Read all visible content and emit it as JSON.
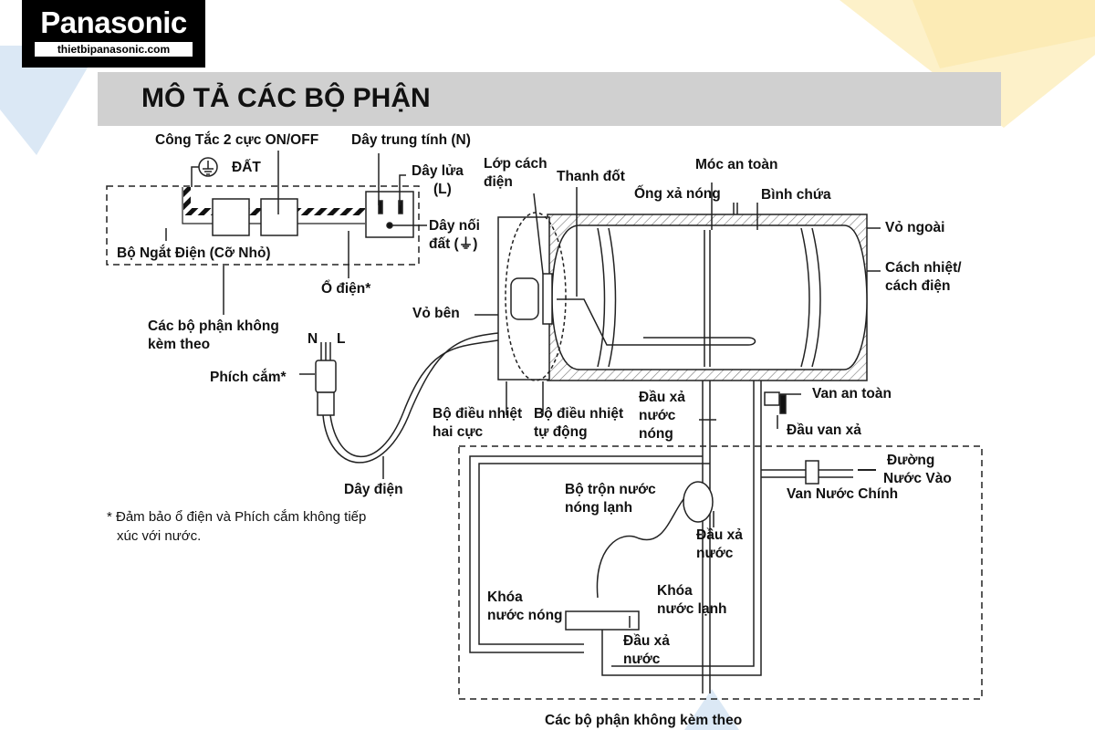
{
  "logo": {
    "brand": "Panasonic",
    "site": "thietbipanasonic.com"
  },
  "title": "MÔ TẢ CÁC BỘ PHẬN",
  "labels": {
    "switch": "Công Tắc 2 cực ON/OFF",
    "neutral": "Dây trung tính (N)",
    "earth": "ĐẤT",
    "live_1": "Dây lửa",
    "live_2": "(L)",
    "ground_wire_1": "Dây nối",
    "ground_wire_2": "đất (⏚)",
    "breaker": "Bộ Ngắt Điện (Cỡ Nhỏ)",
    "outlet": "Ổ điện*",
    "not_included_1": "Các bộ phận không",
    "not_included_2": "kèm theo",
    "plug_n": "N",
    "plug_l": "L",
    "plug": "Phích cắm*",
    "cord": "Dây điện",
    "insulation_layer_1": "Lớp cách",
    "insulation_layer_2": "điện",
    "heater": "Thanh đốt",
    "safety_hook": "Móc an toàn",
    "hot_outlet_pipe": "Ống xả nóng",
    "tank": "Bình chứa",
    "outer_case": "Vỏ ngoài",
    "thermal_1": "Cách nhiệt/",
    "thermal_2": "cách điện",
    "side_case": "Vỏ bên",
    "bipolar_thermostat_1": "Bộ điều nhiệt",
    "bipolar_thermostat_2": "hai cực",
    "auto_thermostat_1": "Bộ điều nhiệt",
    "auto_thermostat_2": "tự động",
    "hot_outlet_1": "Đầu xả",
    "hot_outlet_2": "nước",
    "hot_outlet_3": "nóng",
    "safety_valve": "Van an toàn",
    "drain_valve": "Đầu van xả",
    "inlet_1": "Đường",
    "inlet_2": "Nước Vào",
    "main_valve": "Van Nước Chính",
    "mixer_1": "Bộ trộn nước",
    "mixer_2": "nóng lạnh",
    "shower_1": "Đầu xả",
    "shower_2": "nước",
    "cold_tap_1": "Khóa",
    "cold_tap_2": "nước lạnh",
    "hot_tap_1": "Khóa",
    "hot_tap_2": "nước nóng",
    "spout_1": "Đầu xả",
    "spout_2": "nước",
    "not_included_bottom": "Các bộ phận không kèm theo"
  },
  "note_1": "* Đảm bảo ổ điện và Phích cắm không tiếp",
  "note_2": "xúc với nước.",
  "colors": {
    "banner": "#d0d0d0",
    "bg_blue": "#dbe8f5",
    "bg_yellow": "#fdf1c9"
  }
}
